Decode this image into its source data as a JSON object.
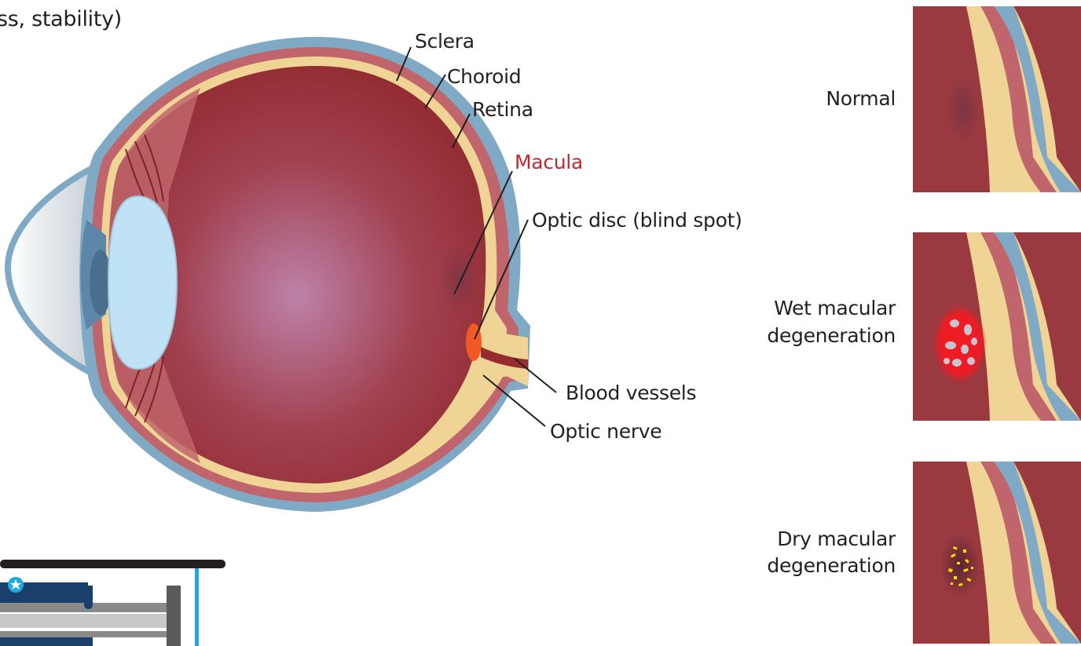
{
  "header": {
    "fragment": "ss, stability)"
  },
  "eye_labels": {
    "sclera": "Sclera",
    "choroid": "Choroid",
    "retina": "Retina",
    "macula": "Macula",
    "optic_disc": "Optic disc (blind spot)",
    "blood_vessels": "Blood vessels",
    "optic_nerve": "Optic nerve"
  },
  "conditions": {
    "normal": "Normal",
    "wet_line1": "Wet macular",
    "wet_line2": "degeneration",
    "dry_line1": "Dry macular",
    "dry_line2": "degeneration"
  },
  "colors": {
    "eye_interior": "#962b30",
    "sclera": "#7fa9c4",
    "choroid": "#c0656b",
    "retina": "#f0d496",
    "lens": "#bfe3f5",
    "macula_label": "#c1272d",
    "optic_disc": "#f15a24",
    "drusen": "#ffe600",
    "shelf_accent": "#1fa9e1",
    "shelf_dark": "#1b3f6b"
  },
  "icons": [
    "star-badge-icon"
  ]
}
